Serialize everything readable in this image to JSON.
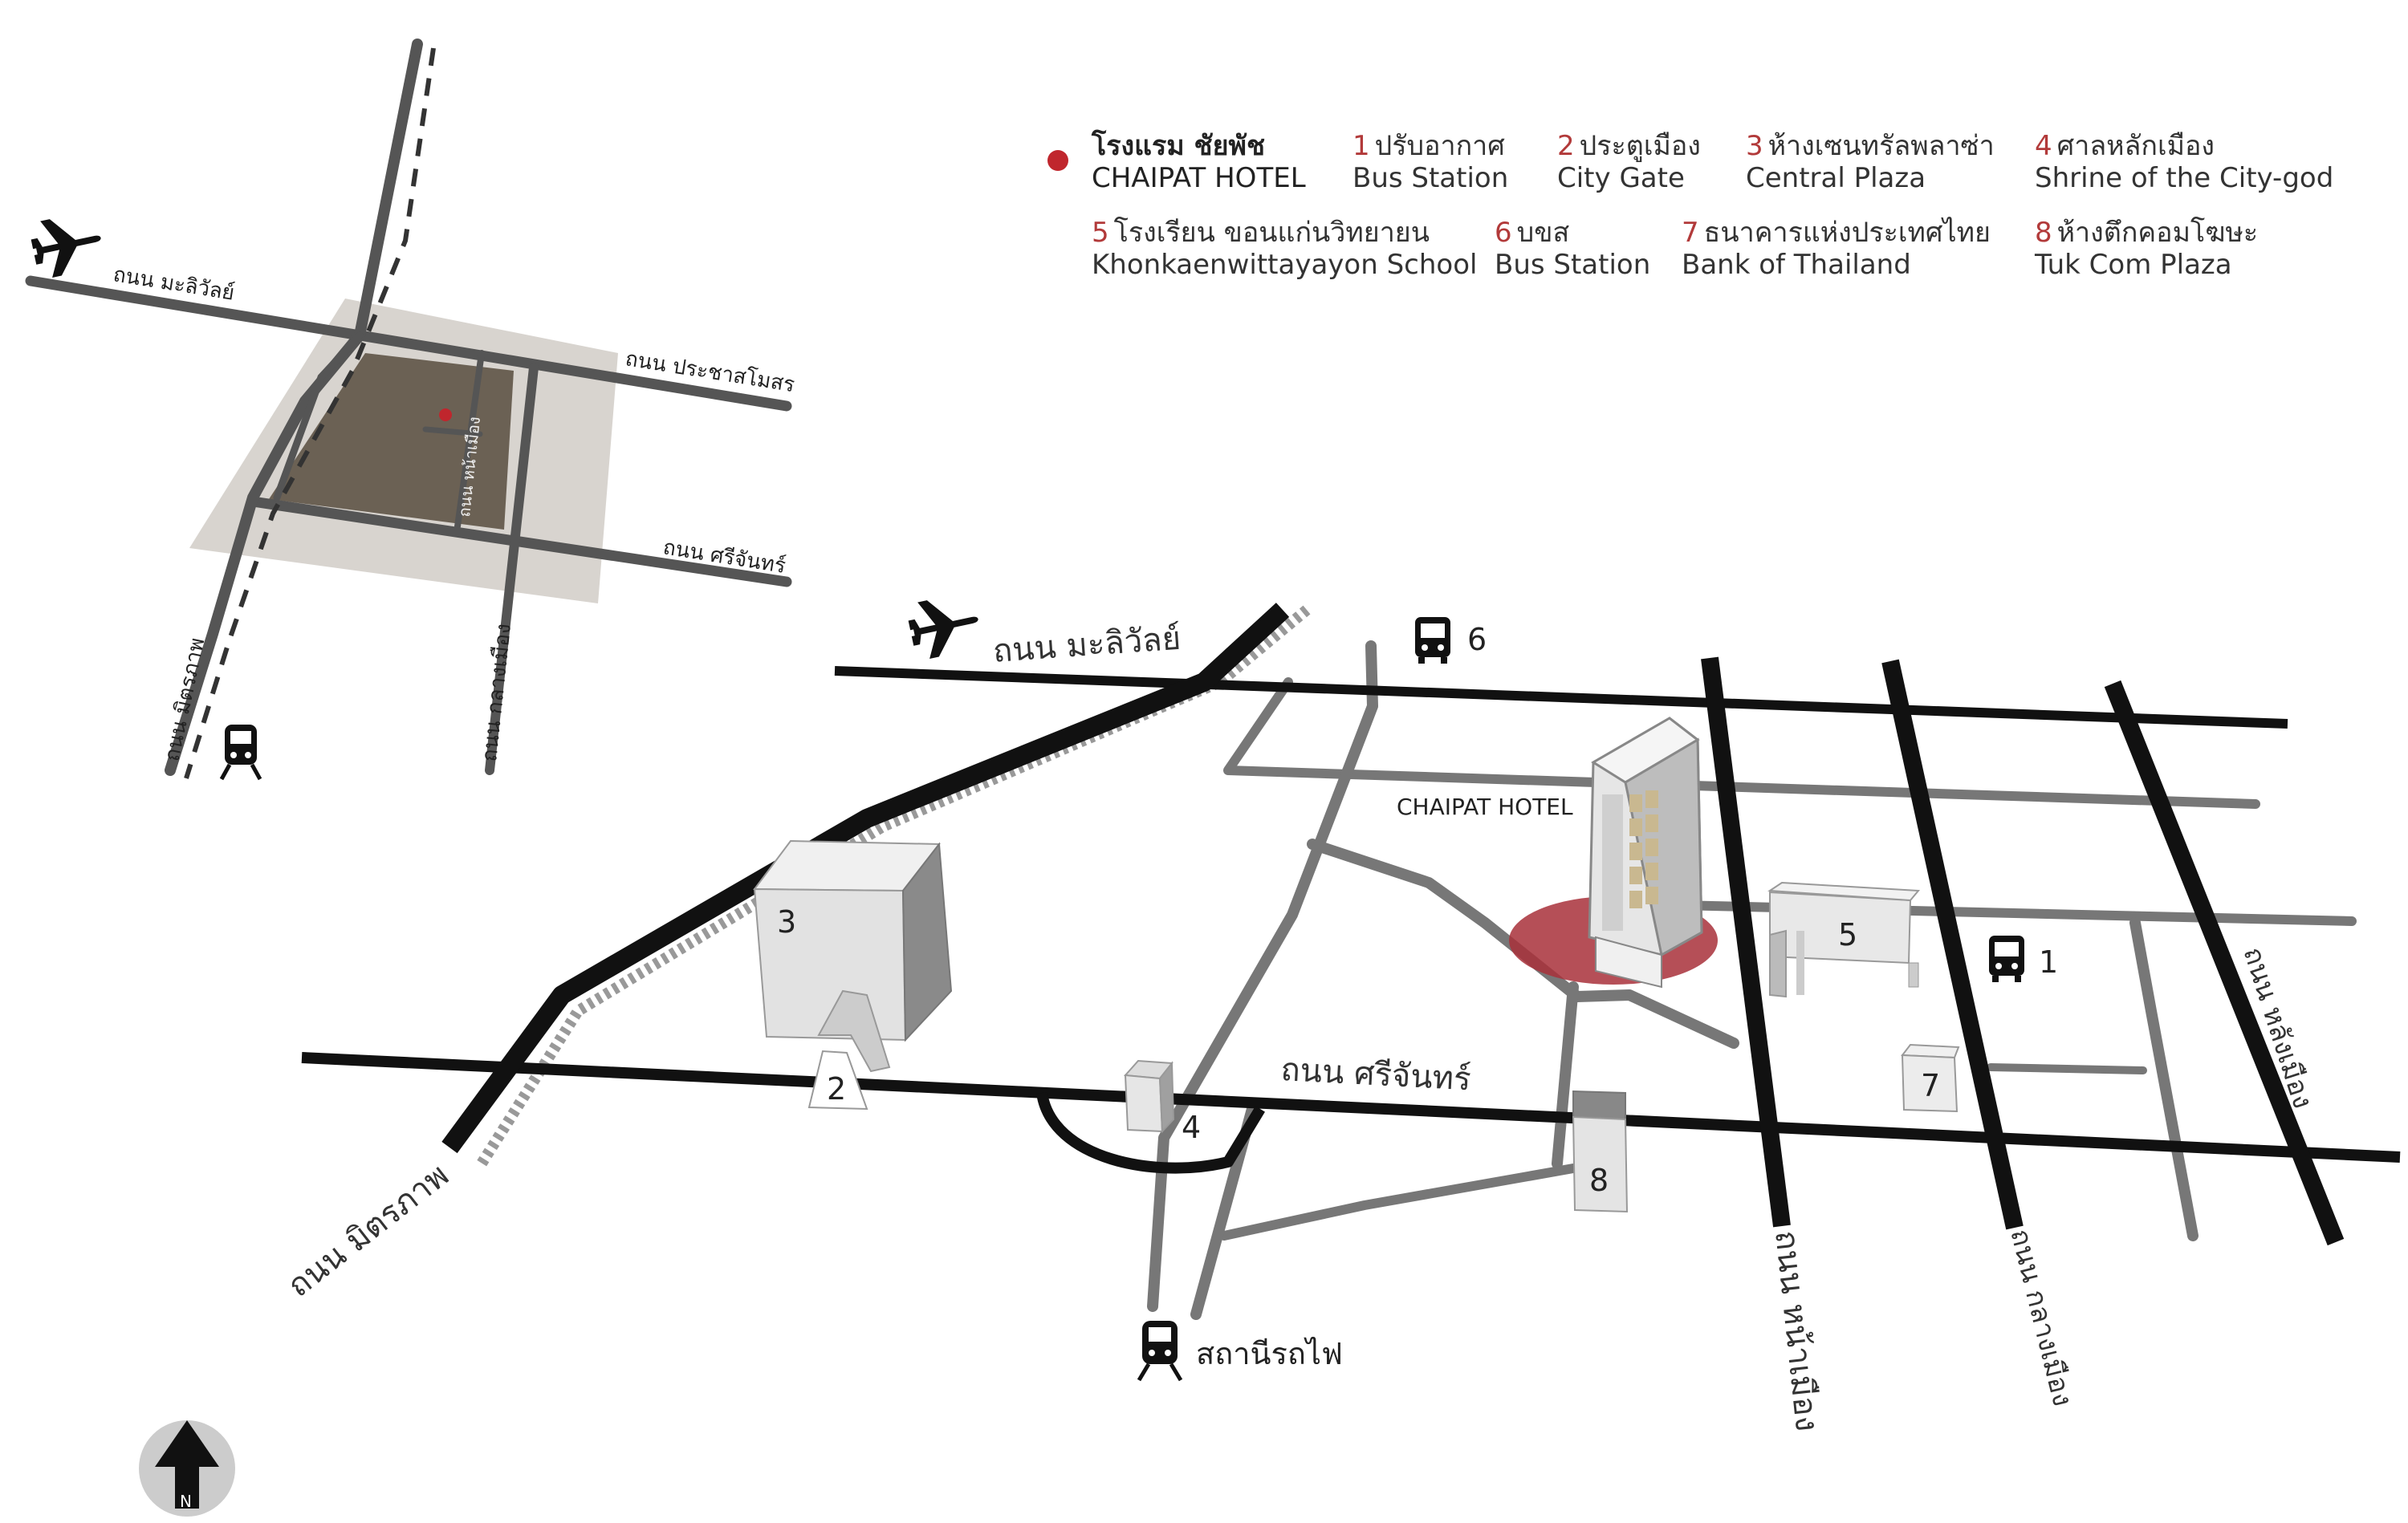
{
  "hotel": {
    "name_th": "โรงแรม ชัยพัช",
    "name_en": "CHAIPAT HOTEL",
    "map_label": "CHAIPAT HOTEL",
    "marker_color": "#c0262d"
  },
  "legend": [
    {
      "num": "1",
      "th": "ปรับอากาศ",
      "en": "Bus Station"
    },
    {
      "num": "2",
      "th": "ประตูเมือง",
      "en": "City Gate"
    },
    {
      "num": "3",
      "th": "ห้างเซนทรัลพลาซ่า",
      "en": "Central Plaza"
    },
    {
      "num": "4",
      "th": "ศาลหลักเมือง",
      "en": "Shrine of the City-god"
    },
    {
      "num": "5",
      "th": "โรงเรียน ขอนแก่นวิทยายน",
      "en": "Khonkaenwittayayon School"
    },
    {
      "num": "6",
      "th": "บขส",
      "en": "Bus Station"
    },
    {
      "num": "7",
      "th": "ธนาคารแห่งประเทศไทย",
      "en": "Bank of Thailand"
    },
    {
      "num": "8",
      "th": "ห้างตึกคอมโฆษะ",
      "en": "Tuk Com Plaza"
    }
  ],
  "main_map": {
    "roads": {
      "maliwan": "ถนน มะลิวัลย์",
      "srichan": "ถนน ศรีจันทร์",
      "mittraphap": "ถนน มิตรภาพ",
      "namuang": "ถนน หน้าเมือง",
      "klangmuang": "ถนน กลางเมือง",
      "langmuang": "ถนน หลังเมือง"
    },
    "building_numbers": [
      "1",
      "2",
      "3",
      "4",
      "5",
      "6",
      "7",
      "8"
    ],
    "train_station": "สถานีรถไฟ"
  },
  "inset_map": {
    "roads": {
      "maliwan": "ถนน มะลิวัลย์",
      "prachasamosorn": "ถนน ประชาสโมสร",
      "srichan": "ถนน ศรีจันทร์",
      "mittraphap": "ถนน มิตรภาพ",
      "klangmuang": "ถนน กลางเมือง",
      "namuang": "ถนน หน้าเมือง"
    }
  },
  "compass": {
    "label": "N"
  },
  "icons": [
    "airplane-icon",
    "bus-icon",
    "train-icon",
    "north-arrow-icon"
  ],
  "colors": {
    "major_road": "#111111",
    "minor_road": "#777777",
    "inset_road": "#555555",
    "inset_area": "#d8d4cf",
    "inset_block": "#6b6154",
    "hotel_zone": "#a8303a"
  }
}
